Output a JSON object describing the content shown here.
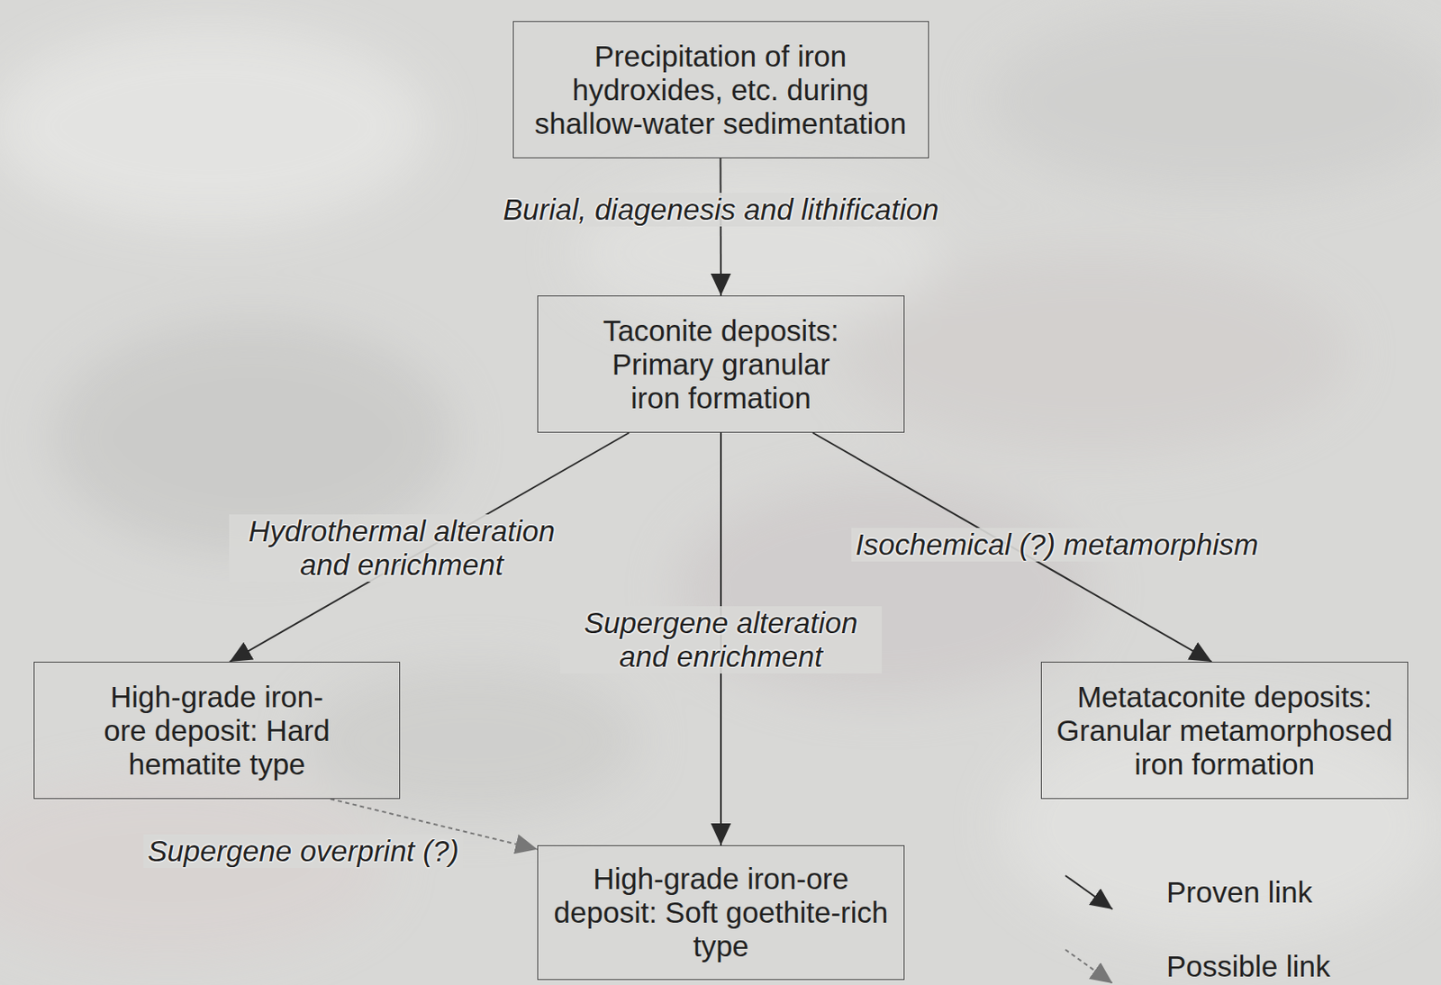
{
  "diagram": {
    "nodes": [
      {
        "text": [
          "Precipitation of iron hydroxides, etc. during shallow-water sedimentation"
        ]
      },
      {
        "text": [
          "Taconite deposits: Primary granular iron formation"
        ]
      },
      {
        "text": [
          "High-grade iron-ore deposit: Hard hematite type"
        ]
      },
      {
        "text": [
          "Metataconite deposits: Granular metamorphosed iron formation"
        ]
      },
      {
        "text": [
          "High-grade iron-ore deposit: Soft goethite-rich type"
        ]
      }
    ],
    "edges": [
      {
        "from": 0,
        "to": 1,
        "arrow": "to",
        "label": "Burial, diagenesis and lithification"
      },
      {
        "from": 1,
        "to": 2,
        "arrow": "to",
        "label": "Hydrothermal alteration and enrichment"
      },
      {
        "from": 1,
        "to": 4,
        "arrow": "to",
        "label": "Supergene alteration and enrichment"
      },
      {
        "from": 1,
        "to": 3,
        "arrow": "to",
        "label": "Isochemical (?) metamorphism"
      },
      {
        "from": 2,
        "to": 4,
        "arrow": "to",
        "label": "Supergene overprint (?)"
      }
    ],
    "legend": [
      {
        "text": "Proven link"
      },
      {
        "text": "Possible link"
      }
    ]
  }
}
